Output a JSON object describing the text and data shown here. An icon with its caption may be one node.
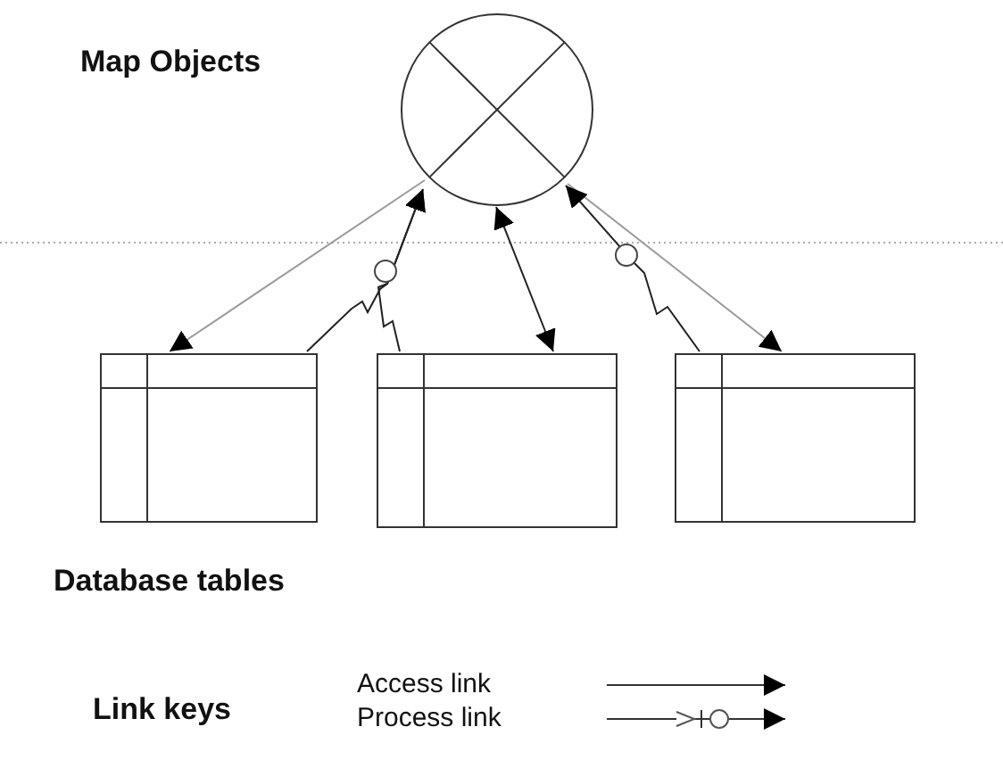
{
  "diagram": {
    "nodes": [
      {
        "text": [],
        "shape": "circle"
      },
      {
        "text": [],
        "shape": "box"
      },
      {
        "text": [],
        "shape": "box"
      },
      {
        "text": [],
        "shape": "box"
      }
    ],
    "edges": [
      {
        "from": 0,
        "to": 1,
        "arrow": "to",
        "color": "#9a9a9a"
      },
      {
        "from": 1,
        "to": 0,
        "arrow": "to"
      },
      {
        "from": 2,
        "to": 0,
        "arrow": "to"
      },
      {
        "from": 0,
        "to": 2,
        "arrow": "both"
      },
      {
        "from": 0,
        "to": 3,
        "arrow": "to",
        "color": "#9a9a9a"
      },
      {
        "from": 3,
        "to": 0,
        "arrow": "to"
      }
    ],
    "labels": [
      "Map Objects",
      "Database tables",
      "Link keys"
    ],
    "legend": [
      {
        "text": "Access link"
      },
      {
        "text": "Process link"
      }
    ]
  }
}
